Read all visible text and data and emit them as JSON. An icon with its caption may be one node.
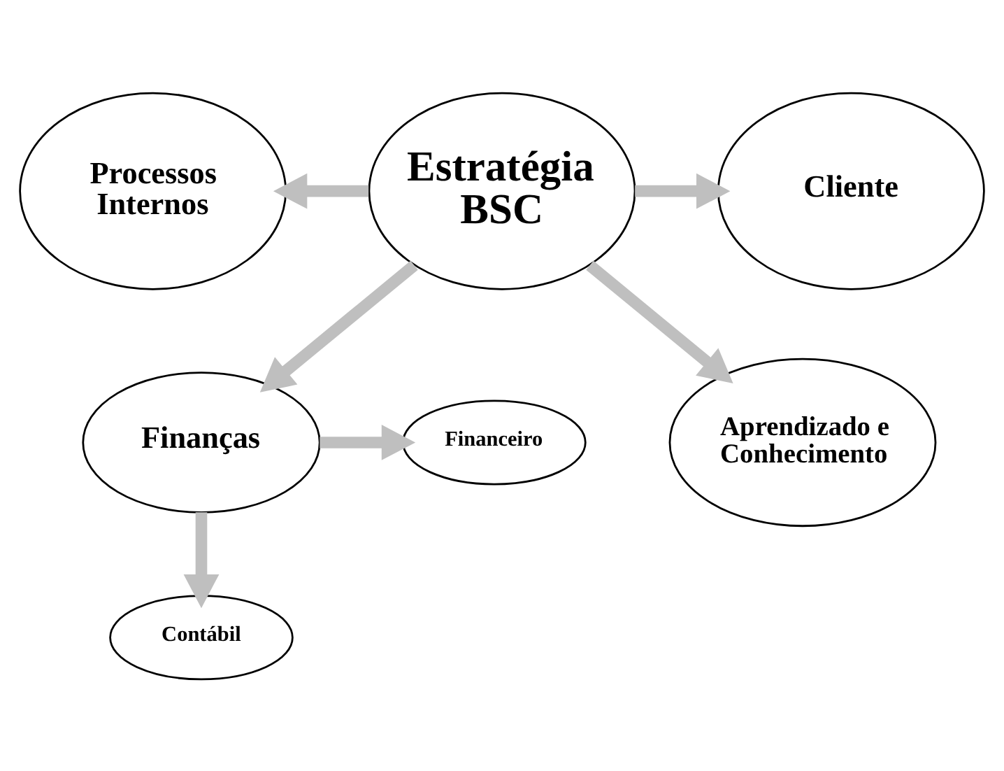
{
  "diagram": {
    "nodes": [
      {
        "text": [
          "Finanças"
        ]
      },
      {
        "text": [
          "Financeiro"
        ]
      },
      {
        "text": [
          "Contábil"
        ]
      },
      {
        "text": [
          "Processos Internos"
        ]
      },
      {
        "text": [
          "Estratégia BSC"
        ]
      },
      {
        "text": [
          "Cliente"
        ]
      },
      {
        "text": [
          "Aprendizado e Conhecimento"
        ]
      }
    ],
    "edges": [
      {
        "from": 4,
        "to": 0,
        "arrow": "to"
      },
      {
        "from": 0,
        "to": 1,
        "arrow": "to"
      },
      {
        "from": 0,
        "to": 2,
        "arrow": "to"
      },
      {
        "from": 4,
        "to": 3,
        "arrow": "to"
      },
      {
        "from": 4,
        "to": 5,
        "arrow": "to"
      },
      {
        "from": 4,
        "to": 6,
        "arrow": "to"
      }
    ]
  }
}
